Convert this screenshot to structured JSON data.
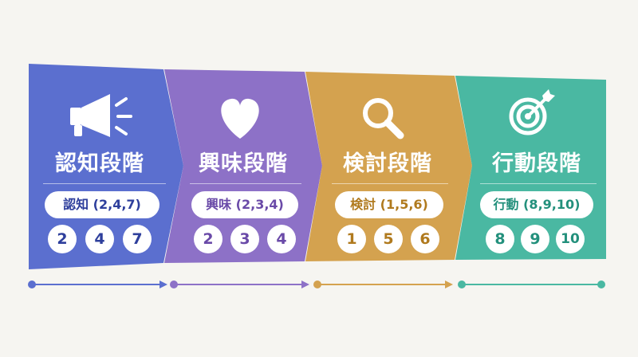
{
  "stages": [
    {
      "title": "認知段階",
      "pill": "認知 (2,4,7)",
      "numbers": [
        "2",
        "4",
        "7"
      ],
      "icon": "megaphone-icon",
      "color": "#5b6fcf",
      "text_color": "#2e3f9c"
    },
    {
      "title": "興味段階",
      "pill": "興味 (2,3,4)",
      "numbers": [
        "2",
        "3",
        "4"
      ],
      "icon": "heart-icon",
      "color": "#8d71c7",
      "text_color": "#6a4aa8"
    },
    {
      "title": "検討段階",
      "pill": "検討 (1,5,6)",
      "numbers": [
        "1",
        "5",
        "6"
      ],
      "icon": "magnifier-icon",
      "color": "#d4a24f",
      "text_color": "#b07a1e"
    },
    {
      "title": "行動段階",
      "pill": "行動 (8,9,10)",
      "numbers": [
        "8",
        "9",
        "10"
      ],
      "icon": "target-icon",
      "color": "#4ab8a2",
      "text_color": "#23907c"
    }
  ]
}
